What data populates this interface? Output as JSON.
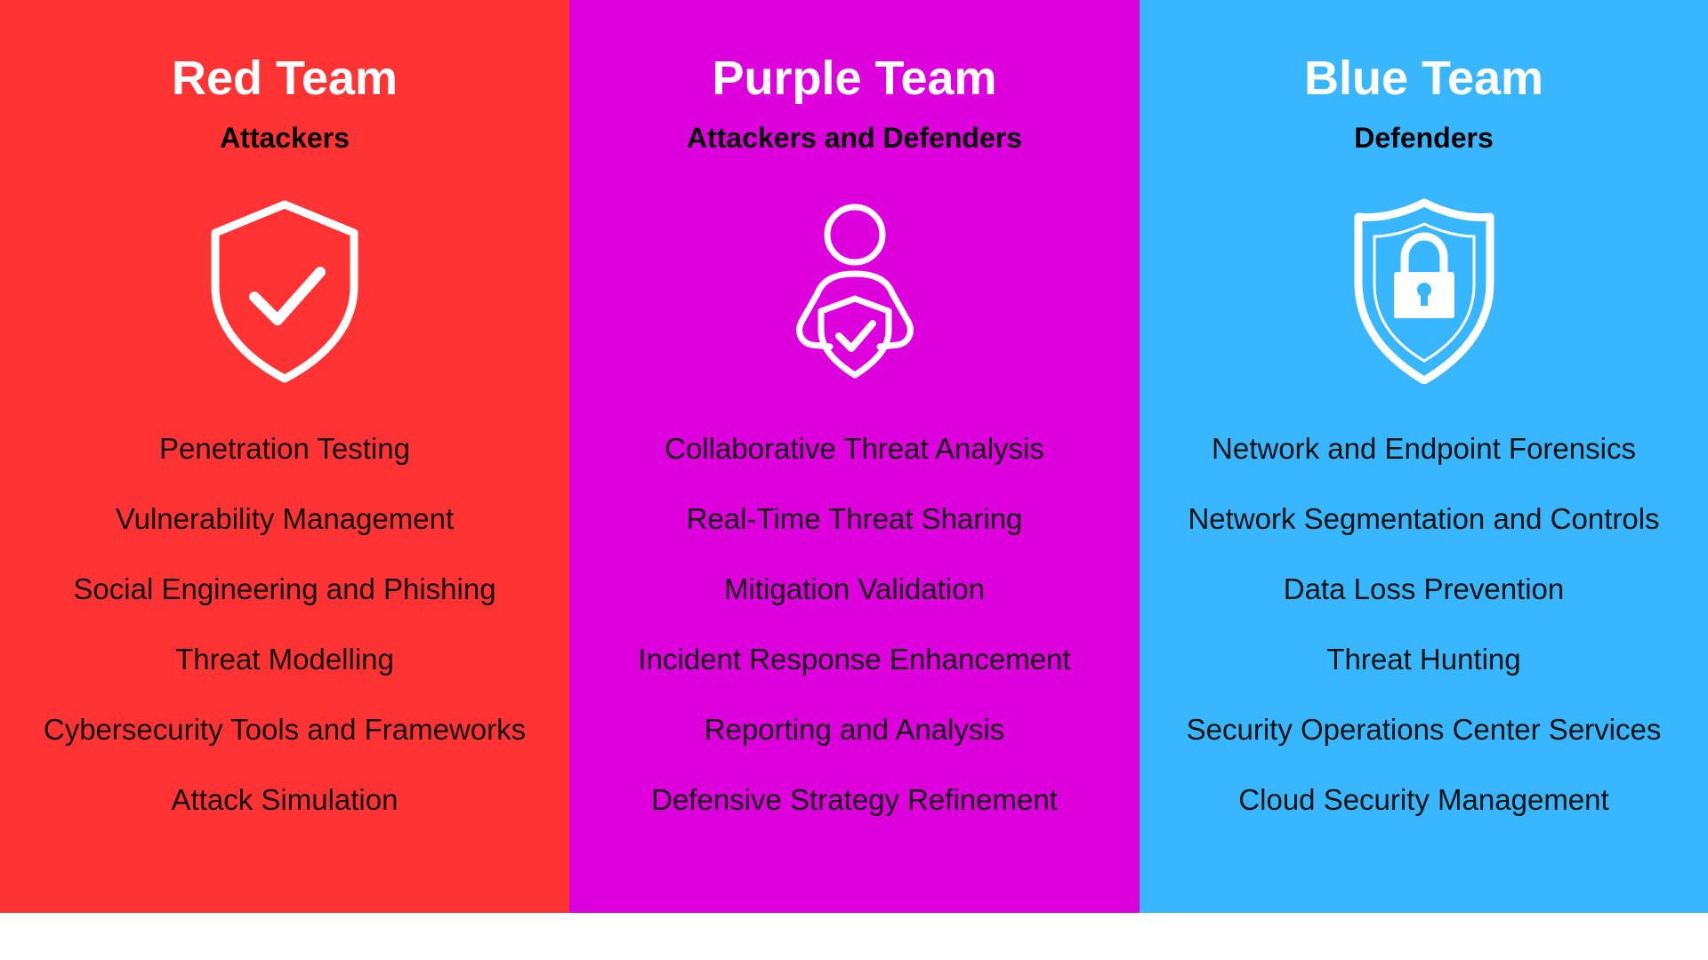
{
  "columns": [
    {
      "id": "red",
      "title": "Red Team",
      "subtitle": "Attackers",
      "color": "#FF3333",
      "icon": "shield-check-icon",
      "items": [
        "Penetration Testing",
        "Vulnerability Management",
        "Social Engineering and Phishing",
        "Threat Modelling",
        "Cybersecurity Tools and Frameworks",
        "Attack Simulation"
      ]
    },
    {
      "id": "purple",
      "title": "Purple Team",
      "subtitle": "Attackers and Defenders",
      "color": "#DD00DD",
      "icon": "person-holding-shield-icon",
      "items": [
        "Collaborative Threat Analysis",
        "Real-Time Threat Sharing",
        "Mitigation Validation",
        "Incident Response Enhancement",
        "Reporting and Analysis",
        "Defensive Strategy Refinement"
      ]
    },
    {
      "id": "blue",
      "title": "Blue Team",
      "subtitle": "Defenders",
      "color": "#38B6FF",
      "icon": "shield-lock-icon",
      "items": [
        "Network and Endpoint Forensics",
        "Network Segmentation and Controls",
        "Data Loss Prevention",
        "Threat Hunting",
        "Security Operations Center Services",
        "Cloud Security Management"
      ]
    }
  ]
}
